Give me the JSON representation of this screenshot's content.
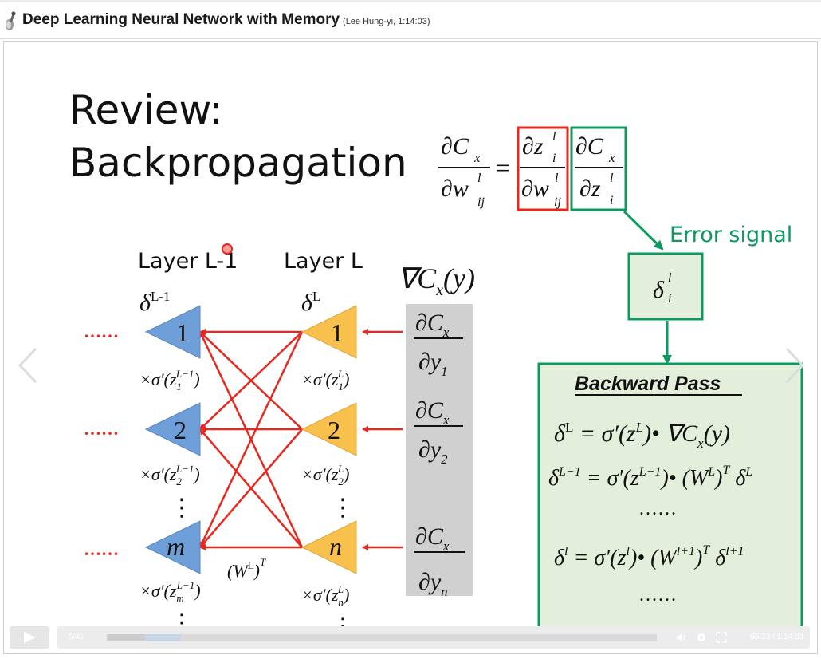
{
  "header": {
    "title": "Deep Learning Neural Network with Memory",
    "subtitle": "(Lee Hung-yi, 1:14:03)"
  },
  "slide": {
    "heading_line1": "Review:",
    "heading_line2": "Backpropagation",
    "error_signal_label": "Error signal",
    "layer_prev_label": "Layer L-1",
    "layer_last_label": "Layer L",
    "backward_pass_title": "Backward Pass",
    "dots": "……",
    "vdots": "⋮",
    "nodes_prev": [
      "1",
      "2",
      "m"
    ],
    "nodes_last": [
      "1",
      "2",
      "n"
    ]
  },
  "player": {
    "slide_counter": "5/41",
    "time_display": "05:23 / 1:14:03",
    "progress_fraction": 0.07,
    "buffered_fraction": 0.135
  },
  "colors": {
    "red": "#e8281e",
    "green": "#0e9a5e",
    "green_fill": "#e3efdb",
    "blue_node": "#6f9fd8",
    "orange_node": "#f8c04d",
    "grey_panel": "#d0d0d0"
  }
}
